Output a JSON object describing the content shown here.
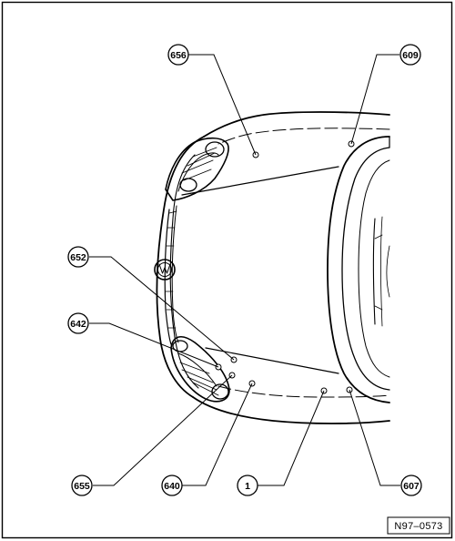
{
  "diagram": {
    "reference_code": "N97–0573",
    "callouts": [
      {
        "id": "656",
        "label": "656"
      },
      {
        "id": "609",
        "label": "609"
      },
      {
        "id": "652",
        "label": "652"
      },
      {
        "id": "642",
        "label": "642"
      },
      {
        "id": "655",
        "label": "655"
      },
      {
        "id": "640",
        "label": "640"
      },
      {
        "id": "1",
        "label": "1"
      },
      {
        "id": "607",
        "label": "607"
      }
    ]
  }
}
